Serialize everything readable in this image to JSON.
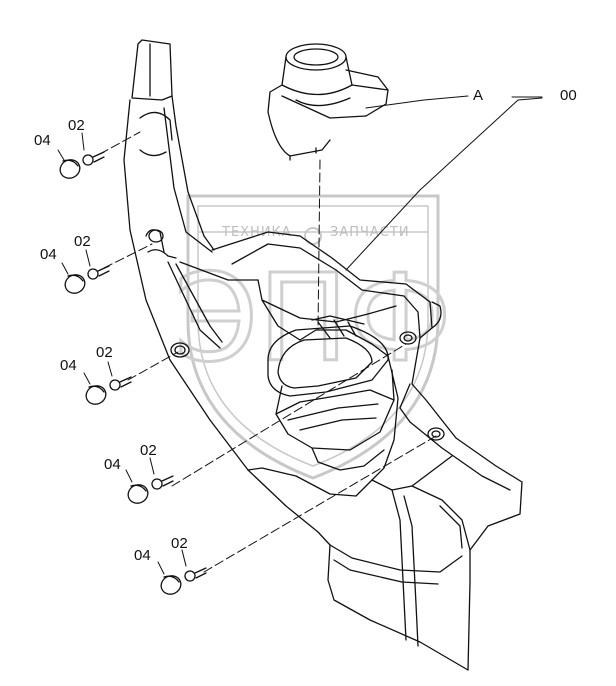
{
  "diagram": {
    "part_labels": {
      "assembly": "00",
      "detail_a": "A",
      "screw": "02",
      "cap": "04"
    },
    "watermark": {
      "top_left": "ТЕХНИКА",
      "top_right": "ЗАПЧАСТИ",
      "logo": "ЭПФ"
    },
    "colors": {
      "line": "#111111",
      "watermark": "#c8c8c8"
    }
  }
}
